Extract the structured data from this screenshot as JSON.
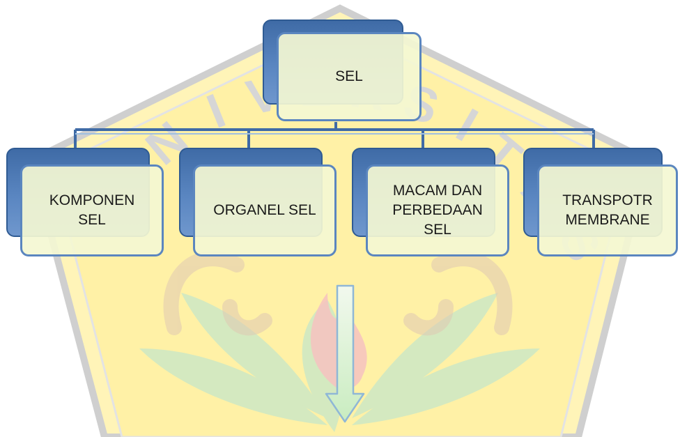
{
  "diagram": {
    "root": {
      "label": "SEL"
    },
    "children": [
      {
        "label": "KOMPONEN\nSEL"
      },
      {
        "label": "ORGANEL  SEL"
      },
      {
        "label": "MACAM DAN\nPERBEDAAN\nSEL"
      },
      {
        "label": "TRANSPOTR\nMEMBRANE"
      }
    ]
  },
  "watermark": {
    "text": "UNIVERSITAS",
    "colors": {
      "shield": "#fff4b8",
      "shield_outline": "#c8c8c8",
      "leaf": "#d9ecc4",
      "flame": "#f7c6c6",
      "letters": "#d3d3d3"
    }
  },
  "colors": {
    "node_back": "#4a76b1",
    "node_border": "#5b86bf",
    "node_fill": "#f4f7d2",
    "connector": "#3f6ba6",
    "arrow_fill": "#d7f0c8",
    "arrow_stroke": "#8fb7d6"
  }
}
